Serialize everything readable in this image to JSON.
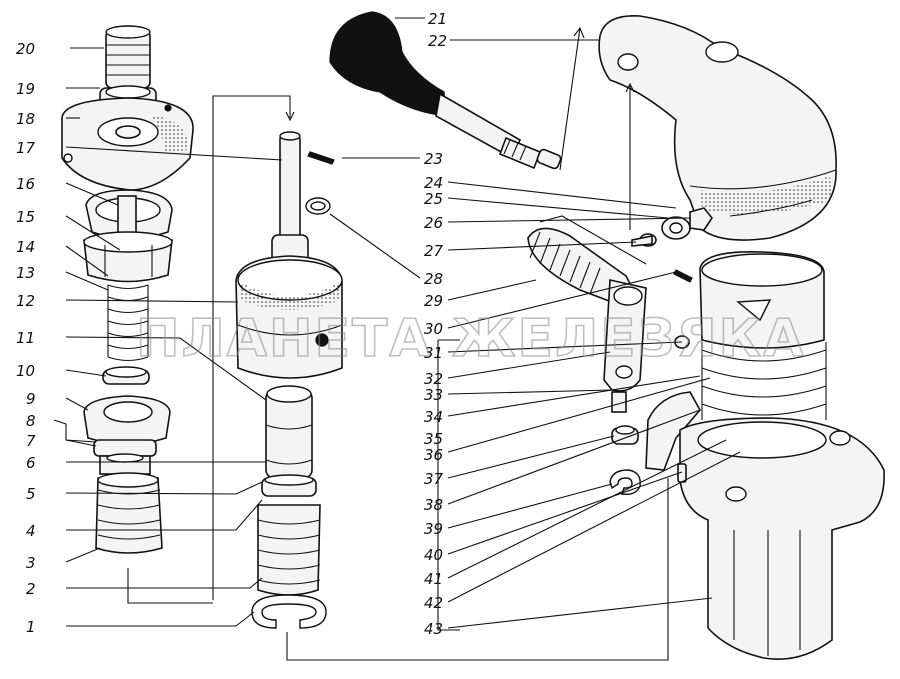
{
  "watermark": "ПЛАНЕТА ЖЕЛЕЗЯКА",
  "callouts": {
    "n1": "1",
    "n2": "2",
    "n3": "3",
    "n4": "4",
    "n5": "5",
    "n6": "6",
    "n7": "7",
    "n8": "8",
    "n9": "9",
    "n10": "10",
    "n11": "11",
    "n12": "12",
    "n13": "13",
    "n14": "14",
    "n15": "15",
    "n16": "16",
    "n17": "17",
    "n18": "18",
    "n19": "19",
    "n20": "20",
    "n21": "21",
    "n22": "22",
    "n23": "23",
    "n24": "24",
    "n25": "25",
    "n26": "26",
    "n27": "27",
    "n28": "28",
    "n29": "29",
    "n30": "30",
    "n31": "31",
    "n32": "32",
    "n33": "33",
    "n34": "34",
    "n35": "35",
    "n36": "36",
    "n37": "37",
    "n38": "38",
    "n39": "39",
    "n40": "40",
    "n41": "41",
    "n42": "42",
    "n43": "43"
  }
}
